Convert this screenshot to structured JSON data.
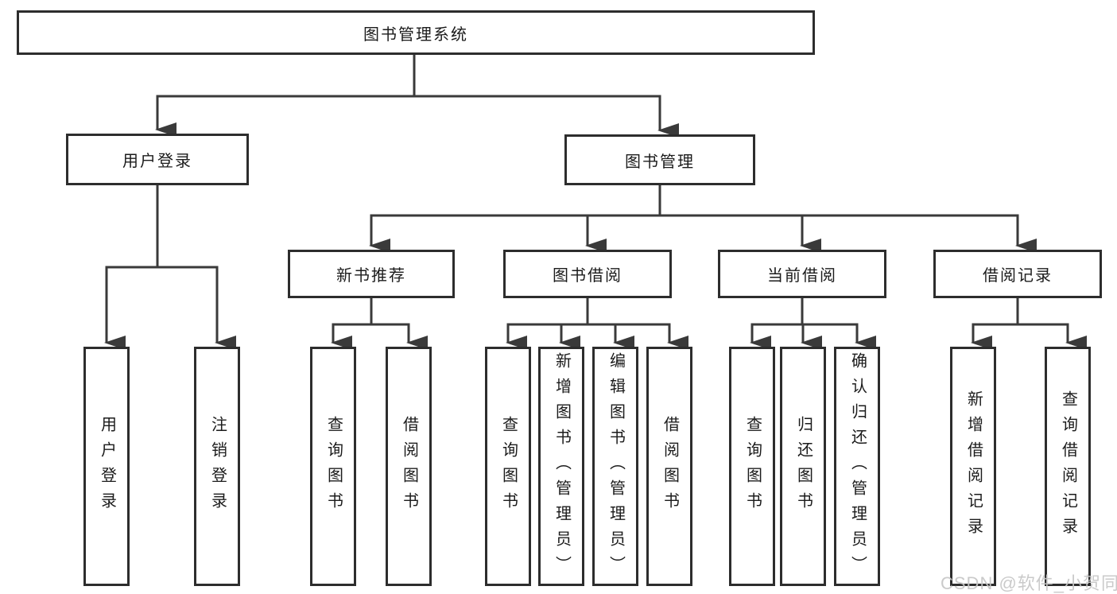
{
  "diagram": {
    "title": "图书管理系统",
    "branches": [
      {
        "label": "用户登录",
        "children": [
          {
            "label": "用户登录"
          },
          {
            "label": "注销登录"
          }
        ]
      },
      {
        "label": "图书管理",
        "children": [
          {
            "label": "新书推荐",
            "children": [
              {
                "label": "查询图书"
              },
              {
                "label": "借阅图书"
              }
            ]
          },
          {
            "label": "图书借阅",
            "children": [
              {
                "label": "查询图书"
              },
              {
                "label": "新增图书（管理员）"
              },
              {
                "label": "编辑图书（管理员）"
              },
              {
                "label": "借阅图书"
              }
            ]
          },
          {
            "label": "当前借阅",
            "children": [
              {
                "label": "查询图书"
              },
              {
                "label": "归还图书"
              },
              {
                "label": "确认归还（管理员）"
              }
            ]
          },
          {
            "label": "借阅记录",
            "children": [
              {
                "label": "新增借阅记录"
              },
              {
                "label": "查询借阅记录"
              }
            ]
          }
        ]
      }
    ]
  },
  "watermark": "CSDN @软件_小贺同学",
  "colors": {
    "line": "#3a3a3a",
    "border": "#2d2d2d",
    "text": "#1b1b1b",
    "watermark": "#c6c6c6"
  }
}
